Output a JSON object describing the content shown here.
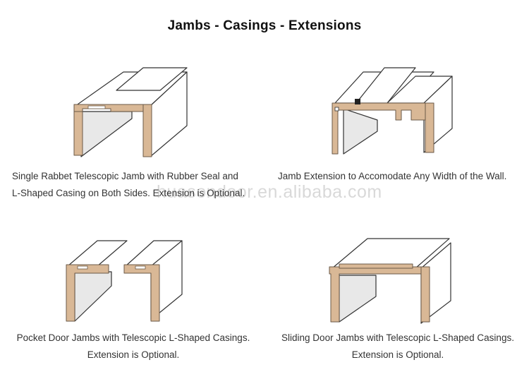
{
  "title": "Jambs - Casings - Extensions",
  "watermark": "huasondoor.en.alibaba.com",
  "captions": {
    "top_left": [
      "Single Rabbet Telescopic Jamb with Rubber Seal and",
      "L-Shaped Casing on Both Sides. Extension is Optional."
    ],
    "top_right": [
      "Jamb Extension to Accomodate Any Width of the Wall."
    ],
    "bottom_left": [
      "Pocket Door Jambs with Telescopic L-Shaped Casings.",
      "Extension is Optional."
    ],
    "bottom_right": [
      "Sliding Door Jambs with Telescopic L-Shaped Casings.",
      "Extension is Optional."
    ]
  },
  "colors": {
    "wood": "#d9b896",
    "outline": "#333333",
    "seal": "#222222"
  }
}
